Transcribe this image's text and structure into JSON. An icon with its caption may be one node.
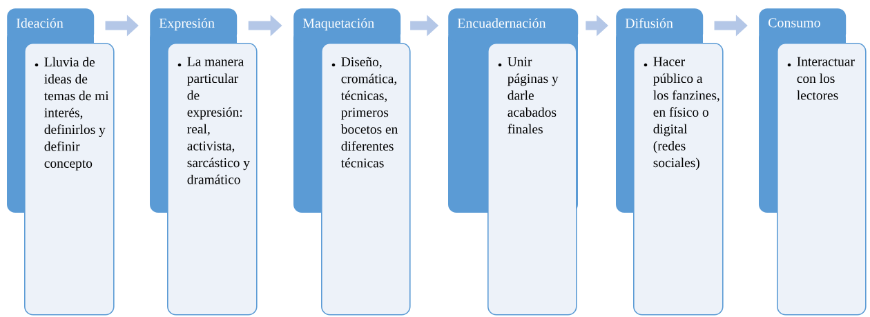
{
  "diagram": {
    "nodes": [
      {
        "text": [
          "Ideación"
        ]
      },
      {
        "text": [
          "Lluvia de ideas de temas de mi interés, definirlos y definir concepto"
        ]
      },
      {
        "text": [
          "Expresión"
        ]
      },
      {
        "text": [
          "La manera particular de expresión: real, activista, sarcástico y dramático"
        ]
      },
      {
        "text": [
          "Maquetación"
        ]
      },
      {
        "text": [
          "Diseño, cromática, técnicas, primeros bocetos en diferentes técnicas"
        ]
      },
      {
        "text": [
          "Encuadernación"
        ]
      },
      {
        "text": [
          "Unir páginas y darle acabados finales"
        ]
      },
      {
        "text": [
          "Difusión"
        ]
      },
      {
        "text": [
          "Hacer público a los fanzines, en físico o digital (redes sociales)"
        ]
      },
      {
        "text": [
          "Consumo"
        ]
      },
      {
        "text": [
          "Interactuar con los lectores"
        ]
      }
    ],
    "edges": [
      {
        "from": 0,
        "to": 2,
        "arrow": "to"
      },
      {
        "from": 2,
        "to": 4,
        "arrow": "to"
      },
      {
        "from": 4,
        "to": 6,
        "arrow": "to"
      },
      {
        "from": 6,
        "to": 8,
        "arrow": "to"
      },
      {
        "from": 8,
        "to": 10,
        "arrow": "to"
      }
    ]
  }
}
